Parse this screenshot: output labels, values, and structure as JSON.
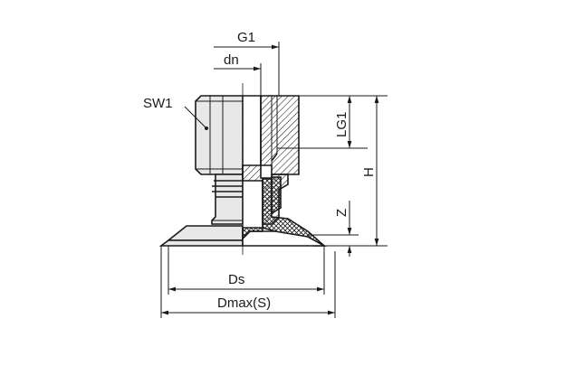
{
  "labels": {
    "sw1": "SW1",
    "g1": "G1",
    "dn": "dn",
    "lg1": "LG1",
    "h": "H",
    "z": "Z",
    "ds": "Ds",
    "dmax": "Dmax(S)"
  },
  "colors": {
    "line": "#1a1a1a",
    "metal_fill": "#e8e8e8",
    "section_fill": "#ffffff",
    "hatch": "#1a1a1a"
  }
}
